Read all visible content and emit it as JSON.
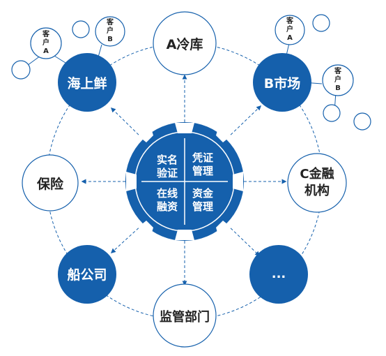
{
  "colors": {
    "primary": "#1560AC",
    "outline": "#1560AC",
    "text_dark": "#222222",
    "text_light": "#ffffff"
  },
  "center": {
    "q_tl": [
      "实名",
      "验证"
    ],
    "q_tr": [
      "凭证",
      "管理"
    ],
    "q_bl": [
      "在线",
      "融资"
    ],
    "q_br": [
      "资金",
      "管理"
    ]
  },
  "nodes": {
    "top": "A冷库",
    "top_right": "B市场",
    "right": [
      "C金融",
      "机构"
    ],
    "bottom_right": "...",
    "bottom": "监管部门",
    "bottom_left": "船公司",
    "left": "保险",
    "top_left": "海上鲜"
  },
  "clients": {
    "left_a": [
      "客",
      "户",
      "A"
    ],
    "left_b": [
      "客",
      "户",
      "B"
    ],
    "right_a": [
      "客",
      "户",
      "A"
    ],
    "right_b": [
      "客",
      "户",
      "B"
    ]
  }
}
